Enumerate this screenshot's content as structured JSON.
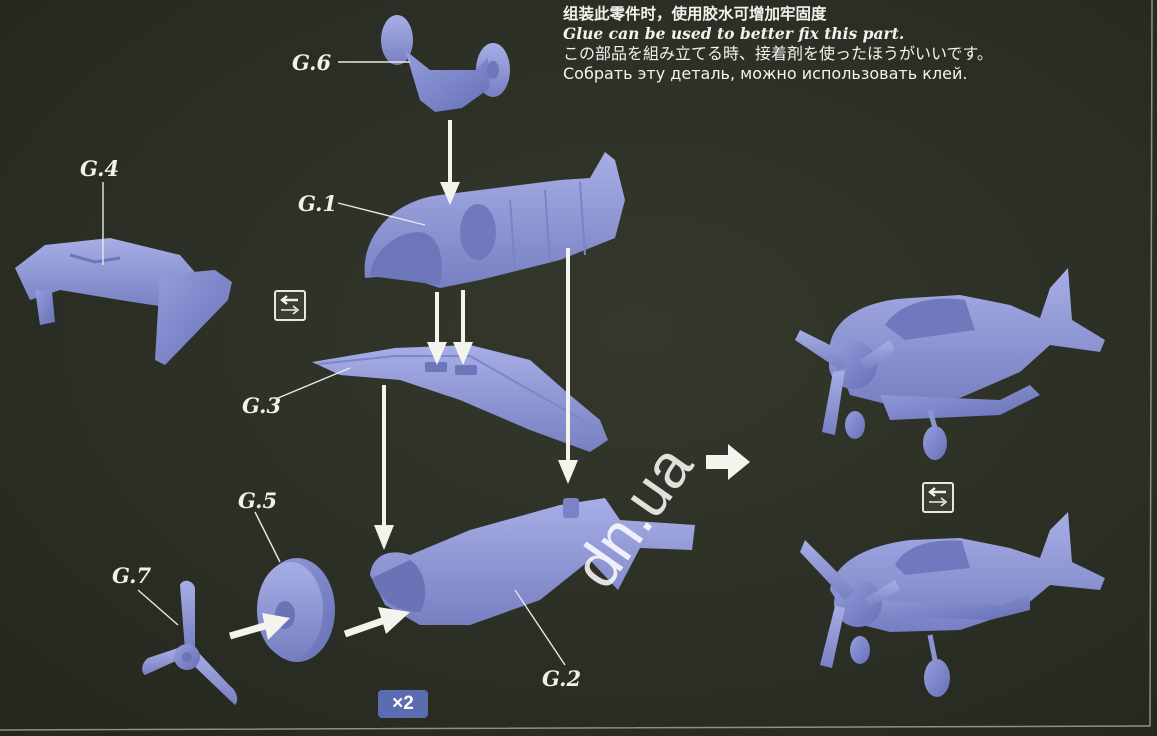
{
  "instructions": {
    "line_cn": "组装此零件时，使用胶水可增加牢固度",
    "line_en": "Glue can be used to better fix this part.",
    "line_jp": "この部品を組み立てる時、接着剤を使ったほうがいいです。",
    "line_ru": "Собрать эту деталь, можно использовать клей."
  },
  "parts": {
    "g1": "G.1",
    "g2": "G.2",
    "g3": "G.3",
    "g4": "G.4",
    "g5": "G.5",
    "g6": "G.6",
    "g7": "G.7"
  },
  "quantity_badge": "×2",
  "watermark": "dn.ua",
  "icons": [
    "swap-arrows-icon",
    "right-arrow-icon"
  ],
  "colors": {
    "background": "#2c2f25",
    "part_fill": "#8c95d4",
    "arrow": "#f4f4ee",
    "badge": "#5b6db0"
  }
}
